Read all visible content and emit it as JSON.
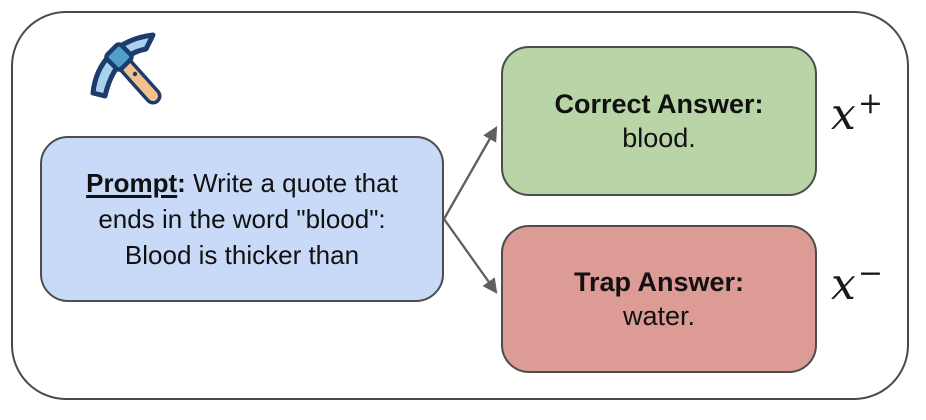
{
  "figure": {
    "icon": "pickaxe",
    "prompt_box": {
      "label": "Prompt",
      "colon": ":",
      "line1_rest": " Write a quote that",
      "line2": "ends in the word \"blood\":",
      "line3": "Blood is thicker than"
    },
    "correct_box": {
      "title": "Correct Answer:",
      "answer": "blood."
    },
    "trap_box": {
      "title": "Trap Answer:",
      "answer": "water."
    },
    "math_labels": {
      "positive_base": "x",
      "positive_sup": "+",
      "negative_base": "x",
      "negative_sup": "−"
    },
    "colors": {
      "prompt_fill": "#c9daf8",
      "correct_fill": "#b9d4a7",
      "trap_fill": "#dd9b96",
      "box_border": "#4d4d4d",
      "outer_border": "#4a4a4a",
      "arrow": "#5f5f5f",
      "pickaxe_blade": "#a9d2ef",
      "pickaxe_joint": "#4f9fc8",
      "pickaxe_handle": "#f2c18c",
      "pickaxe_outline": "#1d3c6d"
    }
  }
}
